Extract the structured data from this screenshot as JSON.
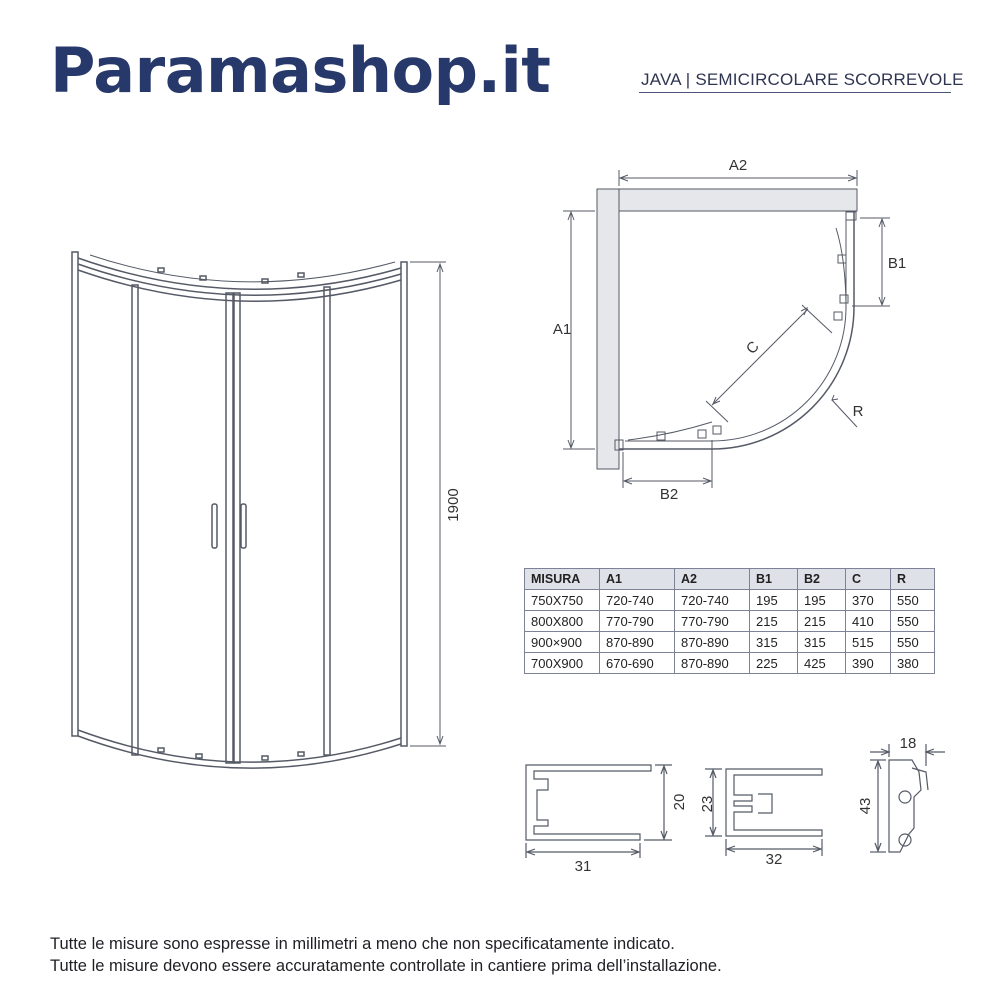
{
  "header": {
    "brand": "Paramashop.it",
    "product": "JAVA | SEMICIRCOLARE SCORREVOLE"
  },
  "front_view": {
    "height_label": "1900"
  },
  "plan_view": {
    "labels": {
      "a2": "A2",
      "a1": "A1",
      "b1": "B1",
      "b2": "B2",
      "c": "C",
      "r": "R"
    }
  },
  "table": {
    "headers": [
      "MISURA",
      "A1",
      "A2",
      "B1",
      "B2",
      "C",
      "R"
    ],
    "rows": [
      [
        "750X750",
        "720-740",
        "720-740",
        "195",
        "195",
        "370",
        "550"
      ],
      [
        "800X800",
        "770-790",
        "770-790",
        "215",
        "215",
        "410",
        "550"
      ],
      [
        "900×900",
        "870-890",
        "870-890",
        "315",
        "315",
        "515",
        "550"
      ],
      [
        "700X900",
        "670-690",
        "870-890",
        "225",
        "425",
        "390",
        "380"
      ]
    ]
  },
  "profiles": {
    "p1": {
      "width": "31",
      "height": "20"
    },
    "p2": {
      "width": "32",
      "height": "23"
    },
    "p3": {
      "width": "18",
      "height": "43"
    }
  },
  "notes": {
    "line1": "Tutte le misure sono espresse in millimetri a meno che non specificatamente indicato.",
    "line2": "Tutte le misure devono essere accuratamente controllate in cantiere prima dell’installazione."
  },
  "colors": {
    "brand": "#27386a",
    "line": "#555a66",
    "table_header": "#dfe1e8"
  }
}
